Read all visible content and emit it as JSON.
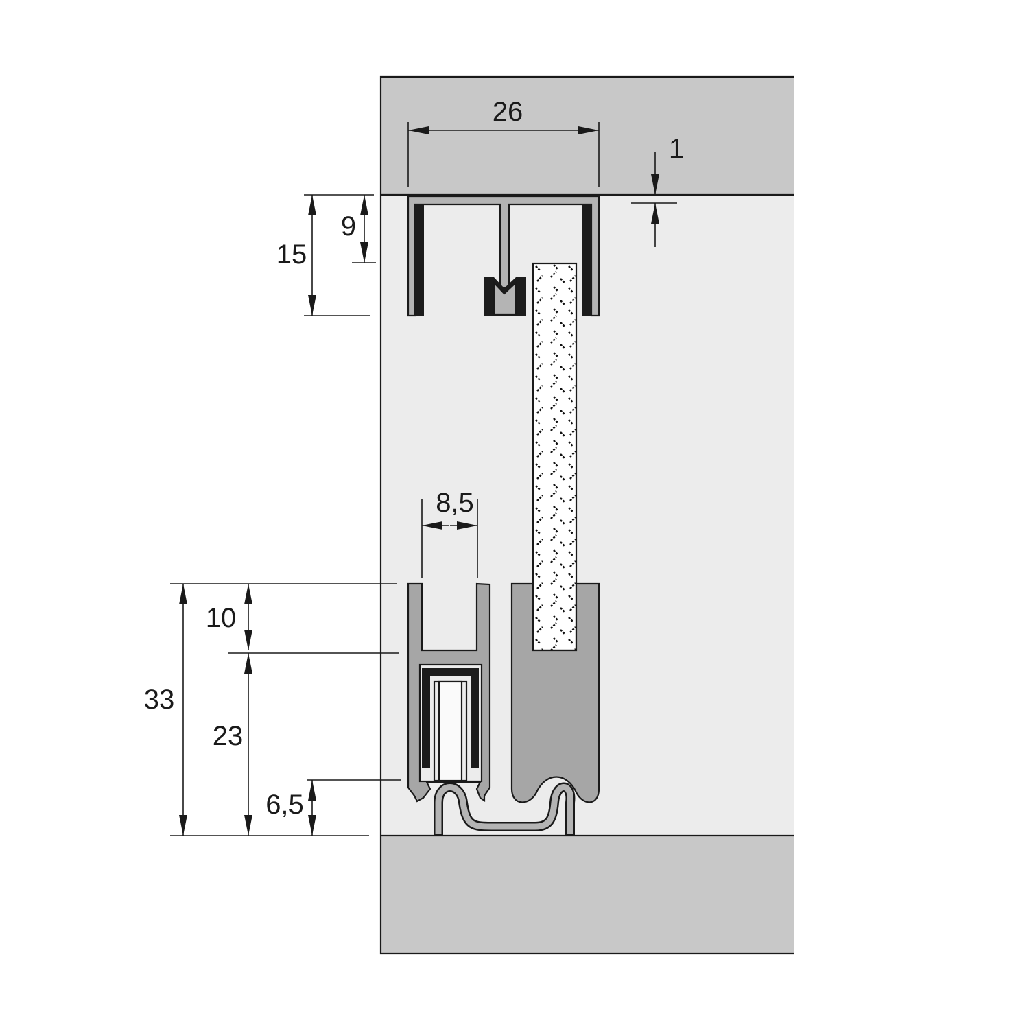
{
  "colors": {
    "ceiling_floor": "#c8c8c8",
    "background_wall": "#ececec",
    "profile_light": "#b4b4b4",
    "profile_mid": "#a6a6a6",
    "seal_black": "#1c1c1c",
    "door_panel": "#ffffff"
  },
  "dimensions": {
    "top_rail_width": "26",
    "top_gap": "1",
    "top_rail_height": "15",
    "top_rail_inner_depth": "9",
    "bottom_channel_width": "8,5",
    "bottom_channel_depth": "10",
    "bottom_total_height": "33",
    "bottom_lower_height": "23",
    "bottom_track_height": "6,5"
  }
}
